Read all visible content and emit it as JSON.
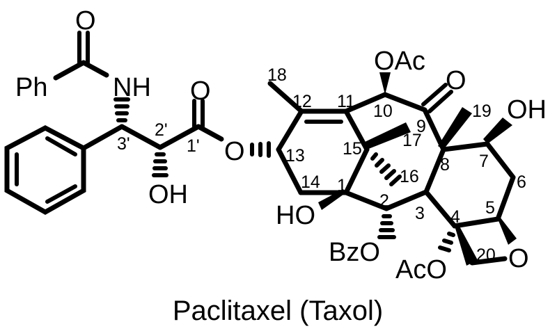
{
  "title": "Paclitaxel (Taxol)",
  "atoms": {
    "ph": "Ph",
    "nh": "NH",
    "amide_o": "O",
    "ester_carbonyl_o": "O",
    "ester_o": "O",
    "oh_2prime": "OH",
    "oac_10": "OAc",
    "ketone_o": "O",
    "oh_7": "OH",
    "ho_1": "HO",
    "bzo_2": "BzO",
    "aco_4": "AcO",
    "oxetane_o": "O"
  },
  "locants": {
    "c1p": "1'",
    "c2p": "2'",
    "c3p": "3'",
    "c1": "1",
    "c2": "2",
    "c3": "3",
    "c4": "4",
    "c5": "5",
    "c6": "6",
    "c7": "7",
    "c8": "8",
    "c9": "9",
    "c10": "10",
    "c11": "11",
    "c12": "12",
    "c13": "13",
    "c14": "14",
    "c15": "15",
    "c16": "16",
    "c17": "17",
    "c18": "18",
    "c19": "19",
    "c20": "20"
  }
}
